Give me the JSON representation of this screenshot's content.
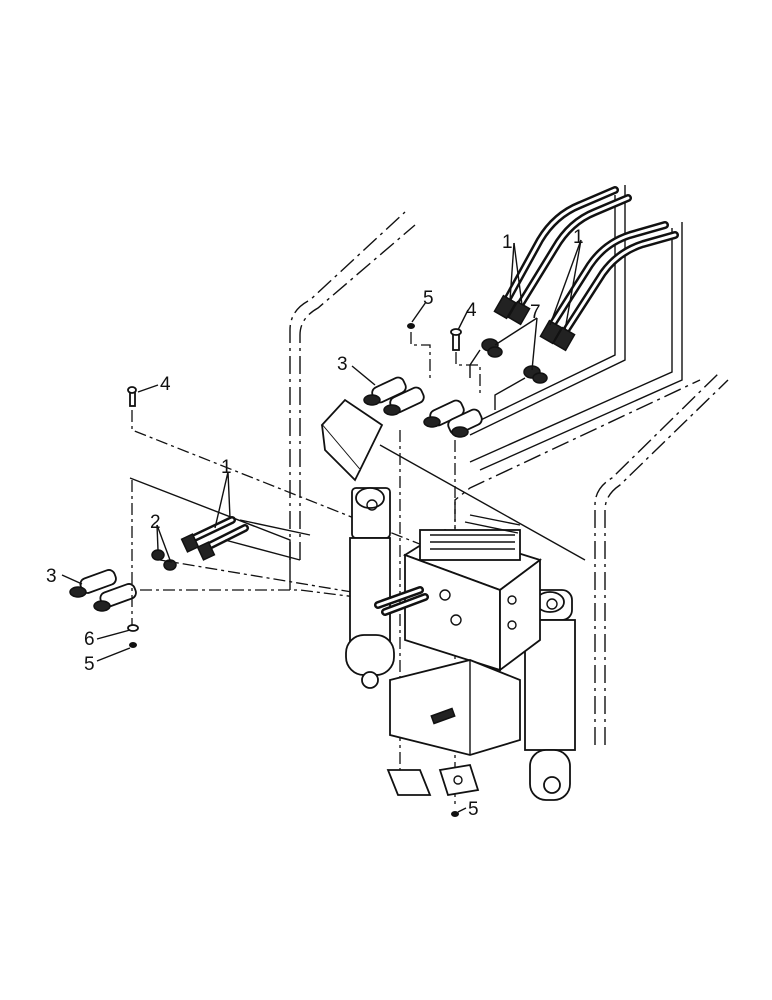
{
  "callouts": [
    {
      "id": "c1a",
      "label": "1"
    },
    {
      "id": "c1b",
      "label": "1"
    },
    {
      "id": "c1c",
      "label": "1"
    },
    {
      "id": "c2",
      "label": "2"
    },
    {
      "id": "c3a",
      "label": "3"
    },
    {
      "id": "c3b",
      "label": "3"
    },
    {
      "id": "c4a",
      "label": "4"
    },
    {
      "id": "c4b",
      "label": "4"
    },
    {
      "id": "c5a",
      "label": "5"
    },
    {
      "id": "c5b",
      "label": "5"
    },
    {
      "id": "c5c",
      "label": "5"
    },
    {
      "id": "c6",
      "label": "6"
    },
    {
      "id": "c7",
      "label": "7"
    }
  ]
}
